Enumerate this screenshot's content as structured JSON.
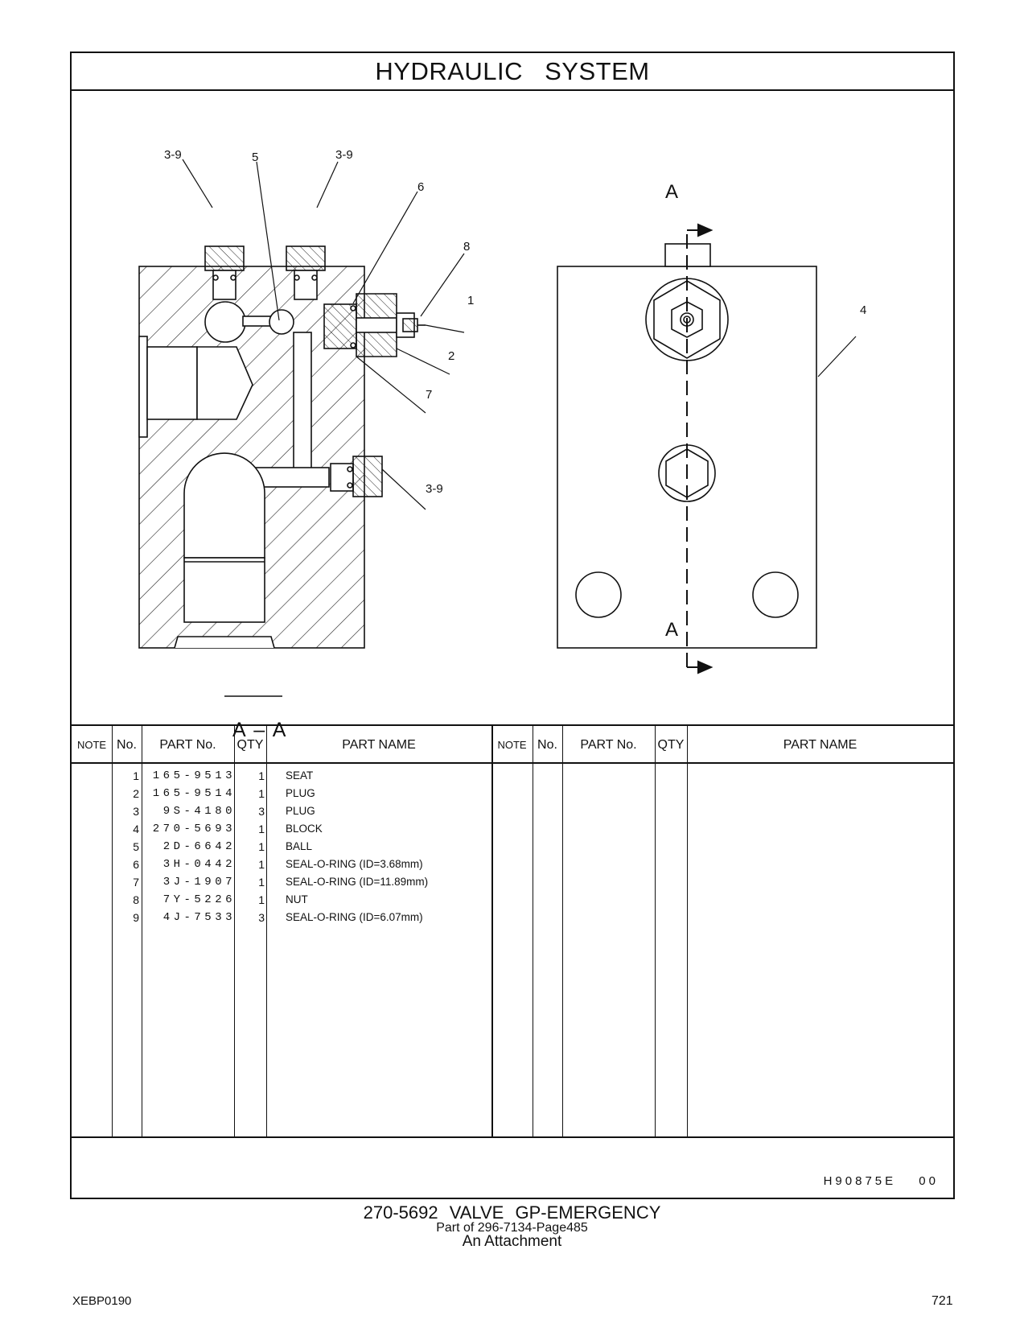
{
  "section_title": "HYDRAULIC SYSTEM",
  "drawing": {
    "callouts": [
      "3-9",
      "5",
      "3-9",
      "6",
      "8",
      "1",
      "2",
      "7",
      "3-9",
      "4"
    ],
    "section_marks": [
      "A",
      "A"
    ],
    "section_label": "A – A"
  },
  "table": {
    "headers": [
      "NOTE",
      "No.",
      "PART No.",
      "QTY",
      "PART NAME",
      "NOTE",
      "No.",
      "PART No.",
      "QTY",
      "PART NAME"
    ],
    "rows": [
      {
        "no": "1",
        "part_no": "165-9513",
        "qty": "1",
        "name": "SEAT"
      },
      {
        "no": "2",
        "part_no": "165-9514",
        "qty": "1",
        "name": "PLUG"
      },
      {
        "no": "3",
        "part_no": "9S-4180",
        "qty": "3",
        "name": "PLUG"
      },
      {
        "no": "4",
        "part_no": "270-5693",
        "qty": "1",
        "name": "BLOCK"
      },
      {
        "no": "5",
        "part_no": "2D-6642",
        "qty": "1",
        "name": "BALL"
      },
      {
        "no": "6",
        "part_no": "3H-0442",
        "qty": "1",
        "name": "SEAL-O-RING (ID=3.68mm)"
      },
      {
        "no": "7",
        "part_no": "3J-1907",
        "qty": "1",
        "name": "SEAL-O-RING (ID=11.89mm)"
      },
      {
        "no": "8",
        "part_no": "7Y-5226",
        "qty": "1",
        "name": "NUT"
      },
      {
        "no": "9",
        "part_no": "4J-7533",
        "qty": "3",
        "name": "SEAL-O-RING (ID=6.07mm)"
      }
    ]
  },
  "drawing_code": "H90875E 00",
  "caption": {
    "title": "270-5692 VALVE GP-EMERGENCY",
    "subtitle": "Part of 296-7134-Page485",
    "note": "An Attachment"
  },
  "doc_code": "XEBP0190",
  "page_number": "721"
}
